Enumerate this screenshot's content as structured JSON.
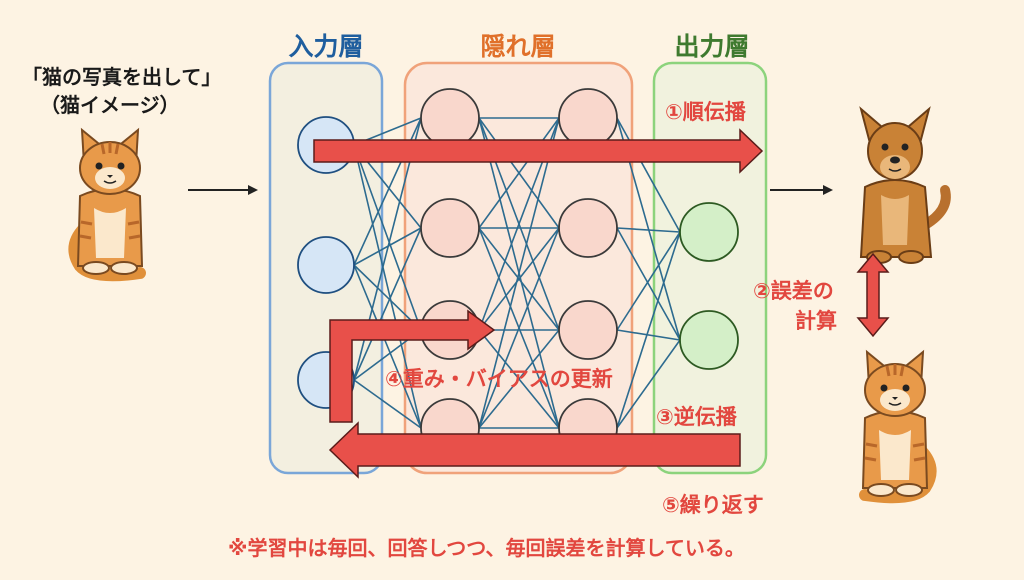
{
  "input_caption": {
    "line1": "「猫の写真を出して」",
    "line2": "（猫イメージ）"
  },
  "layers": {
    "input": "入力層",
    "hidden": "隠れ層",
    "output": "出力層"
  },
  "steps": {
    "forward": "①順伝播",
    "error_line1": "②誤差の",
    "error_line2": "計算",
    "backward": "③逆伝播",
    "update": "④重み・バイアスの更新",
    "repeat": "⑤繰り返す"
  },
  "footnote": "※学習中は毎回、回答しつつ、毎回誤差を計算している。",
  "icons": {
    "input_image": "cat-icon",
    "output_prediction": "dog-icon",
    "target_answer": "cat-icon"
  },
  "colors": {
    "background": "#fdf3e3",
    "input_layer": "#7aa6d8",
    "hidden_layer": "#f0a27a",
    "output_layer": "#8cd37c",
    "input_title": "#1f5e9e",
    "hidden_title": "#e0702a",
    "output_title": "#3f7a2f",
    "arrow_red": "#e8504a",
    "label_red": "#e2473f",
    "connection": "#2d6b8f"
  }
}
